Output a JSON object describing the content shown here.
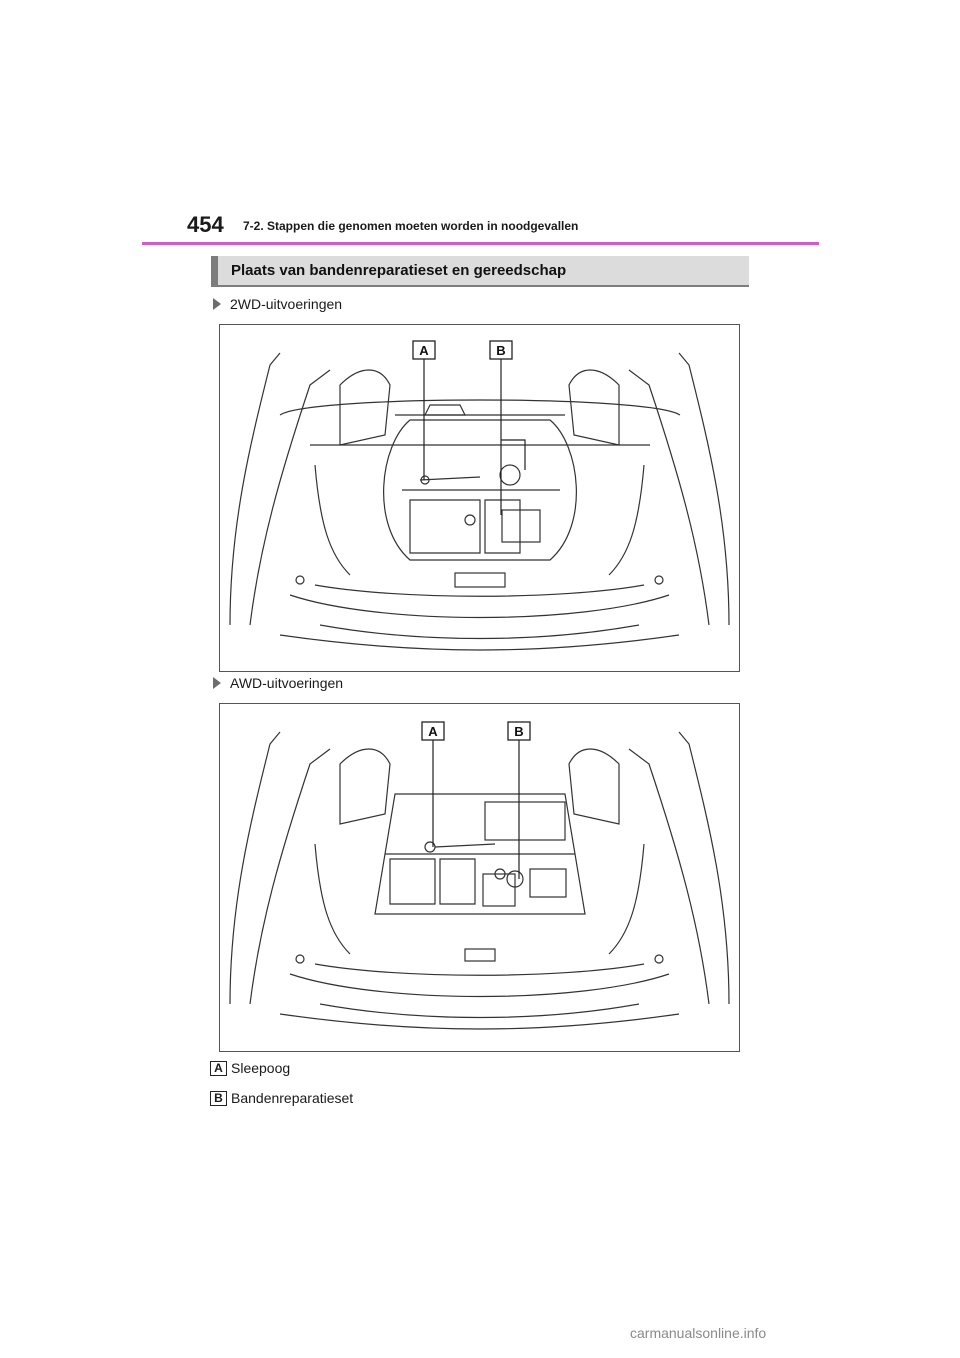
{
  "header": {
    "page_number": "454",
    "chapter": "7-2. Stappen die genomen moeten worden in noodgevallen"
  },
  "section": {
    "title": "Plaats van bandenreparatieset en gereedschap"
  },
  "variants": [
    {
      "label": "2WD-uitvoeringen",
      "callouts": [
        "A",
        "B"
      ]
    },
    {
      "label": "AWD-uitvoeringen",
      "callouts": [
        "A",
        "B"
      ]
    }
  ],
  "legend": [
    {
      "key": "A",
      "text": "Sleepoog"
    },
    {
      "key": "B",
      "text": "Bandenreparatieset"
    }
  ],
  "watermark": "carmanualsonline.info",
  "colors": {
    "accent": "#cc5ec9",
    "section_bar": "#dcdcdc",
    "section_border": "#7d7d7d"
  }
}
